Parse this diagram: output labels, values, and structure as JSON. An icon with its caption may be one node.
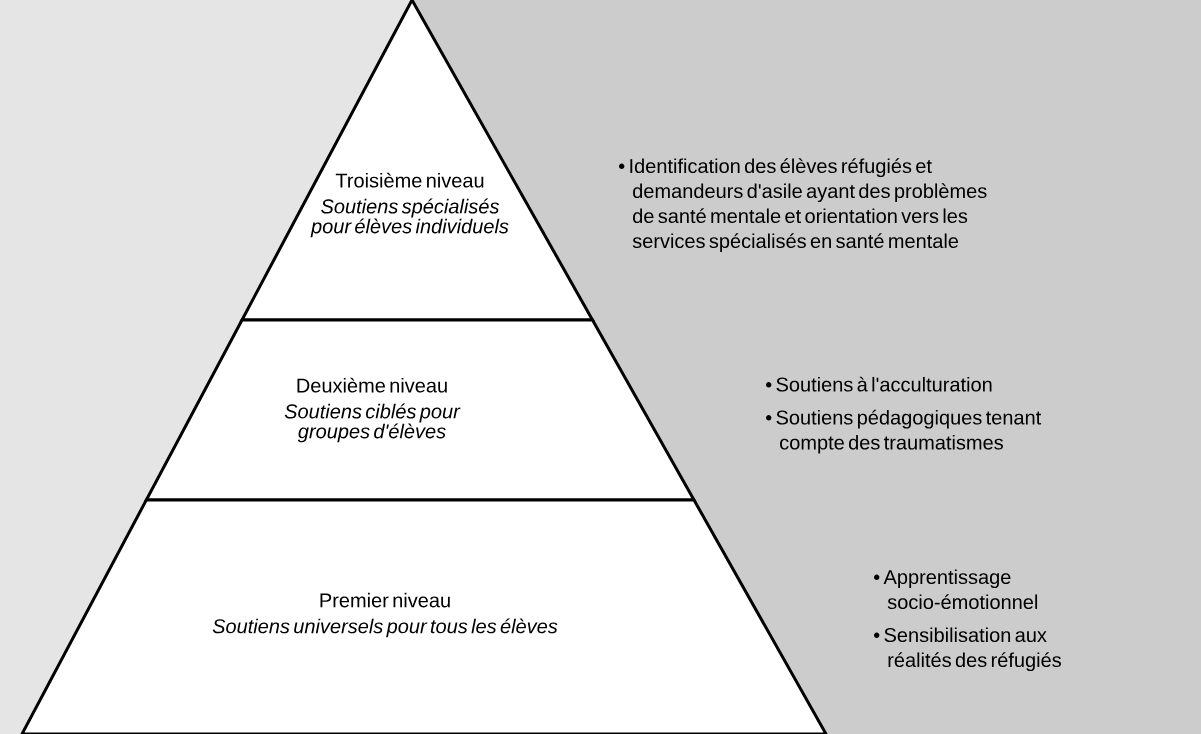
{
  "diagram": {
    "nodes": [
      {
        "text": [
          "Troisième niveau",
          "Soutiens spécialisés pour élèves individuels"
        ]
      },
      {
        "text": [
          "• Identification des élèves réfugiés et demandeurs d'asile ayant des problèmes de santé mentale et orientation vers les services spécialisés en santé mentale"
        ]
      },
      {
        "text": [
          "Deuxième niveau",
          "Soutiens ciblés pour groupes d'élèves"
        ]
      },
      {
        "text": [
          "• Soutiens à l'acculturation",
          "• Soutiens pédagogiques tenant compte des traumatismes"
        ]
      },
      {
        "text": [
          "Premier niveau",
          "Soutiens universels pour tous les élèves"
        ]
      },
      {
        "text": [
          "• Apprentissage socio-émotionnel",
          "• Sensibilisation aux réalités des réfugiés"
        ]
      }
    ]
  }
}
